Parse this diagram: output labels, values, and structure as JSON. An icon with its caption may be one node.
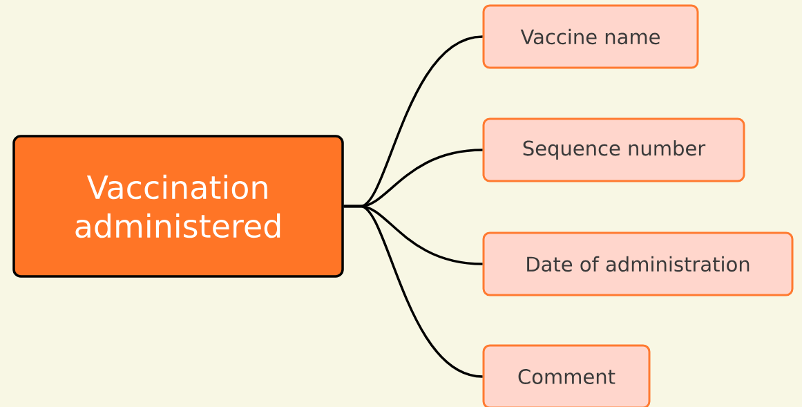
{
  "diagram": {
    "nodes": [
      {
        "text": [
          "Vaccination administered"
        ]
      },
      {
        "text": [
          "Vaccine name"
        ]
      },
      {
        "text": [
          "Sequence number"
        ]
      },
      {
        "text": [
          "Date of administration"
        ]
      },
      {
        "text": [
          "Comment"
        ]
      }
    ],
    "edges": [
      {
        "from": 0,
        "to": 1,
        "arrow": "none"
      },
      {
        "from": 0,
        "to": 2,
        "arrow": "none"
      },
      {
        "from": 0,
        "to": 3,
        "arrow": "none"
      },
      {
        "from": 0,
        "to": 4,
        "arrow": "none"
      }
    ]
  }
}
